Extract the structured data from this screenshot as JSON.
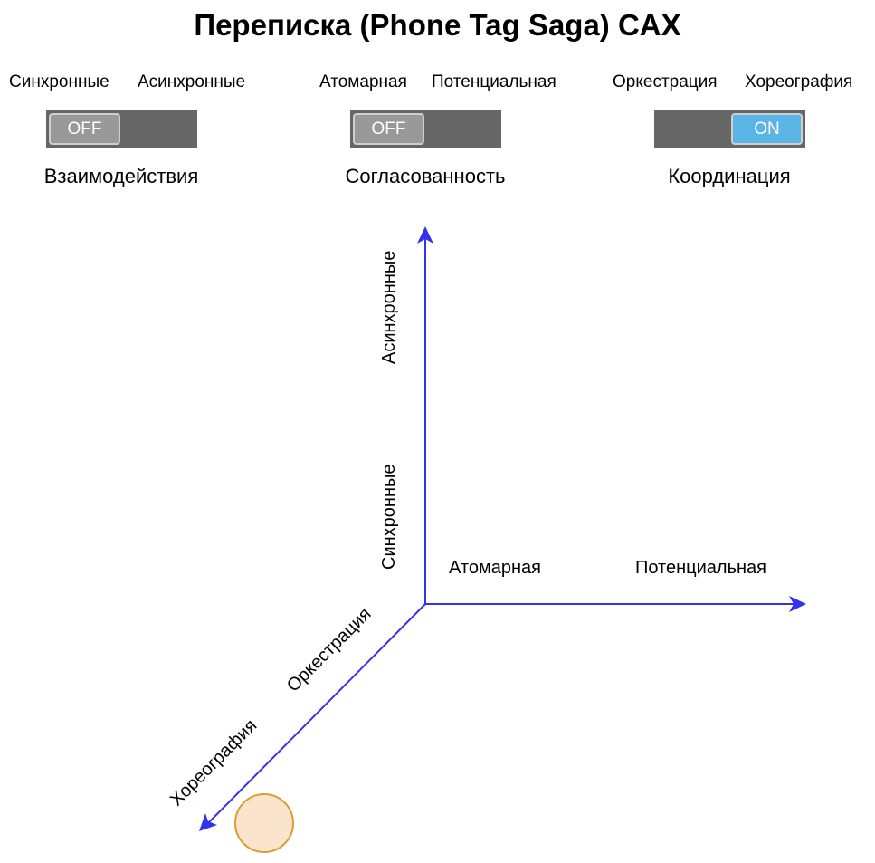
{
  "title": "Переписка (Phone Tag Saga) CAX",
  "toggles": [
    {
      "left_option": "Синхронные",
      "right_option": "Асинхронные",
      "state": "OFF",
      "caption": "Взаимодействия"
    },
    {
      "left_option": "Атомарная",
      "right_option": "Потенциальная",
      "state": "OFF",
      "caption": "Согласованность"
    },
    {
      "left_option": "Оркестрация",
      "right_option": "Хореография",
      "state": "ON",
      "caption": "Координация"
    }
  ],
  "axes": {
    "vertical": {
      "near_label": "Синхронные",
      "far_label": "Асинхронные"
    },
    "horizontal": {
      "near_label": "Атомарная",
      "far_label": "Потенциальная"
    },
    "diagonal": {
      "near_label": "Оркестрация",
      "far_label": "Хореография"
    }
  },
  "position": {
    "interaction": "Синхронные",
    "consistency": "Атомарная",
    "coordination": "Хореография"
  },
  "colors": {
    "axis": "#3333ee",
    "marker_fill": "#fae4cc",
    "marker_stroke": "#d4a03a",
    "switch_track": "#666666",
    "knob_off": "#999999",
    "knob_on": "#5ab4e5"
  }
}
